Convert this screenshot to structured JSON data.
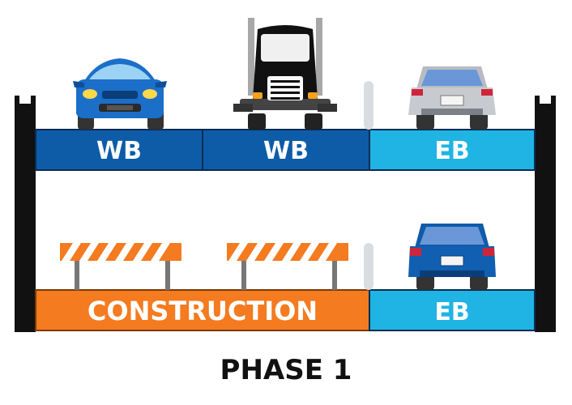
{
  "colors": {
    "wb_lane": "#0e5ca8",
    "eb_lane": "#1fb4e3",
    "construction_lane": "#f47b20",
    "wall": "#111111",
    "divider_post": "#d9dde2"
  },
  "upper_deck": {
    "lanes": [
      {
        "label": "WB",
        "vehicle": "blue-car-front-icon"
      },
      {
        "label": "WB",
        "vehicle": "semi-truck-front-icon"
      },
      {
        "label": "EB",
        "vehicle": "silver-suv-rear-icon"
      }
    ]
  },
  "lower_deck": {
    "lanes": [
      {
        "label": "CONSTRUCTION",
        "objects": [
          "barricade-icon",
          "barricade-icon"
        ]
      },
      {
        "label": "EB",
        "vehicle": "blue-suv-rear-icon"
      }
    ]
  },
  "caption": "PHASE 1"
}
